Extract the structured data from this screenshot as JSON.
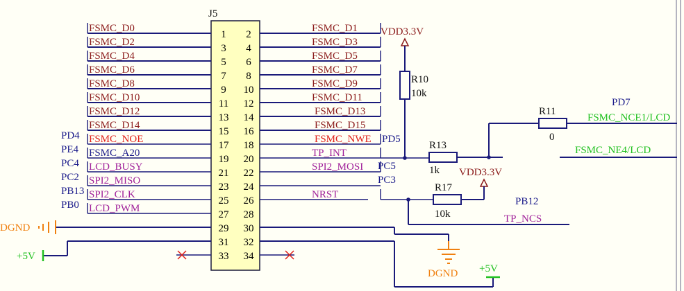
{
  "colors": {
    "background": "#fffff6",
    "wire": "#1a1a7a",
    "net_label": "#8b1a1a",
    "net_label_alt": "#e0201a",
    "net_label_purple": "#a0209a",
    "connector_body": "#ffffc0",
    "power_green": "#20c020",
    "power_orange": "#f08010"
  },
  "connector": {
    "designator": "J5",
    "left_pins": [
      "1",
      "3",
      "5",
      "7",
      "9",
      "11",
      "13",
      "15",
      "17",
      "19",
      "21",
      "23",
      "25",
      "27",
      "29",
      "31",
      "33"
    ],
    "right_pins": [
      "2",
      "4",
      "6",
      "8",
      "10",
      "12",
      "14",
      "16",
      "18",
      "20",
      "22",
      "24",
      "26",
      "28",
      "30",
      "32",
      "34"
    ],
    "left_nets": [
      {
        "label": "FSMC_D0",
        "color": "net"
      },
      {
        "label": "FSMC_D2",
        "color": "net"
      },
      {
        "label": "FSMC_D4",
        "color": "net"
      },
      {
        "label": "FSMC_D6",
        "color": "net"
      },
      {
        "label": "FSMC_D8",
        "color": "net"
      },
      {
        "label": "FSMC_D10",
        "color": "net"
      },
      {
        "label": "FSMC_D12",
        "color": "net"
      },
      {
        "label": "FSMC_D14",
        "color": "net"
      },
      {
        "label": "FSMC_NOE",
        "color": "red"
      },
      {
        "label": "FSMC_A20",
        "color": "port"
      },
      {
        "label": "LCD_BUSY",
        "color": "pur"
      },
      {
        "label": "SPI2_MISO",
        "color": "pur"
      },
      {
        "label": "SPI2_CLK",
        "color": "pur"
      },
      {
        "label": "LCD_PWM",
        "color": "pur"
      }
    ],
    "right_nets": [
      {
        "label": "FSMC_D1",
        "color": "net"
      },
      {
        "label": "FSMC_D3",
        "color": "net"
      },
      {
        "label": "FSMC_D5",
        "color": "net"
      },
      {
        "label": "FSMC_D7",
        "color": "net"
      },
      {
        "label": "FSMC_D9",
        "color": "net"
      },
      {
        "label": "FSMC_D11",
        "color": "net"
      },
      {
        "label": "FSMC_D13",
        "color": "net"
      },
      {
        "label": "FSMC_D15",
        "color": "net"
      },
      {
        "label": "FSMC_NWE",
        "color": "red"
      },
      {
        "label": "TP_INT",
        "color": "pur"
      },
      {
        "label": "SPI2_MOSI",
        "color": "pur"
      },
      {
        "label": "",
        "color": "pur"
      },
      {
        "label": "NRST",
        "color": "pur"
      }
    ],
    "left_ports": [
      "PD4",
      "PE4",
      "PC4",
      "PC2",
      "PB13",
      "PB0"
    ],
    "right_ports": [
      "PD5",
      "PC5",
      "PC3"
    ]
  },
  "components": {
    "r10": {
      "ref": "R10",
      "value": "10k"
    },
    "r11": {
      "ref": "R11",
      "value": "0"
    },
    "r13": {
      "ref": "R13",
      "value": "1k"
    },
    "r17": {
      "ref": "R17",
      "value": "10k"
    }
  },
  "power": {
    "vdd_top": "VDD3.3V",
    "vdd_mid": "VDD3.3V",
    "dgnd_left": "DGND",
    "dgnd_right": "DGND",
    "v5_left": "+5V",
    "v5_right": "+5V"
  },
  "labels": {
    "pd7": "PD7",
    "pb12": "PB12",
    "fsmc_nce1": "FSMC_NCE1/LCD",
    "fsmc_ne4": "FSMC_NE4/LCD",
    "tp_ncs": "TP_NCS"
  }
}
